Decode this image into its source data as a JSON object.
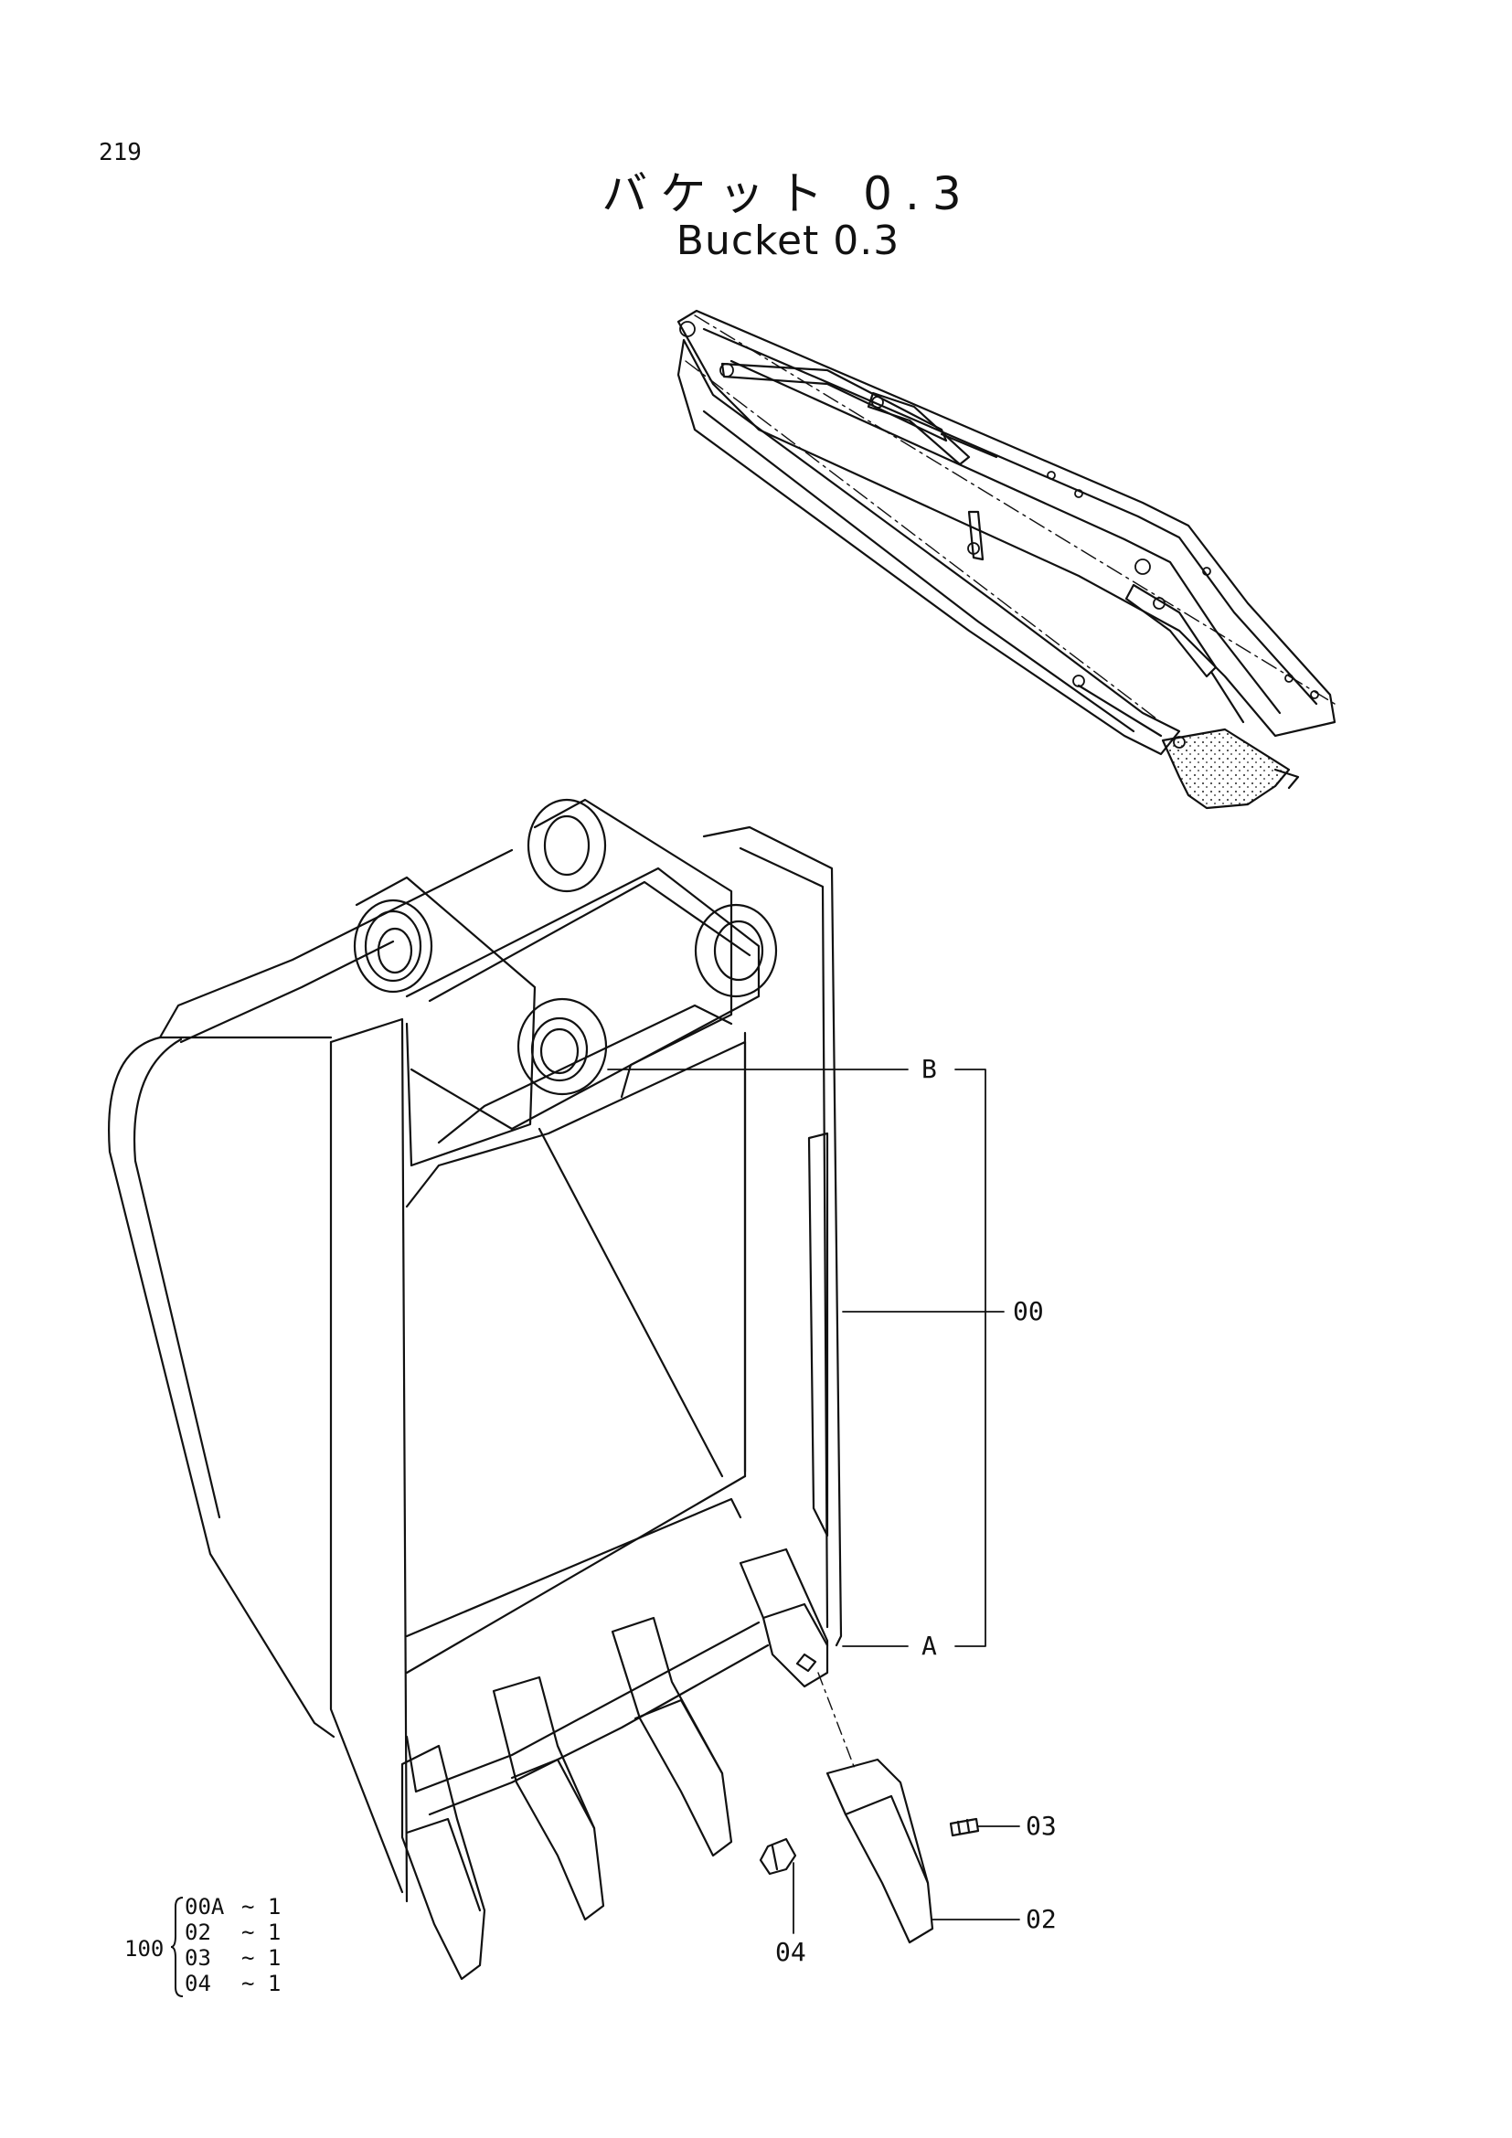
{
  "page": {
    "number": "219",
    "title_jp": "バケット 0.3",
    "title_en": "Bucket 0.3"
  },
  "callouts": {
    "B": "B",
    "A": "A",
    "00": "00",
    "03": "03",
    "02": "02",
    "04": "04"
  },
  "kit": {
    "assembly": "100",
    "items": [
      {
        "part": "00A",
        "qty": "~ 1"
      },
      {
        "part": "02",
        "qty": "~ 1"
      },
      {
        "part": "03",
        "qty": "~ 1"
      },
      {
        "part": "04",
        "qty": "~ 1"
      }
    ]
  }
}
